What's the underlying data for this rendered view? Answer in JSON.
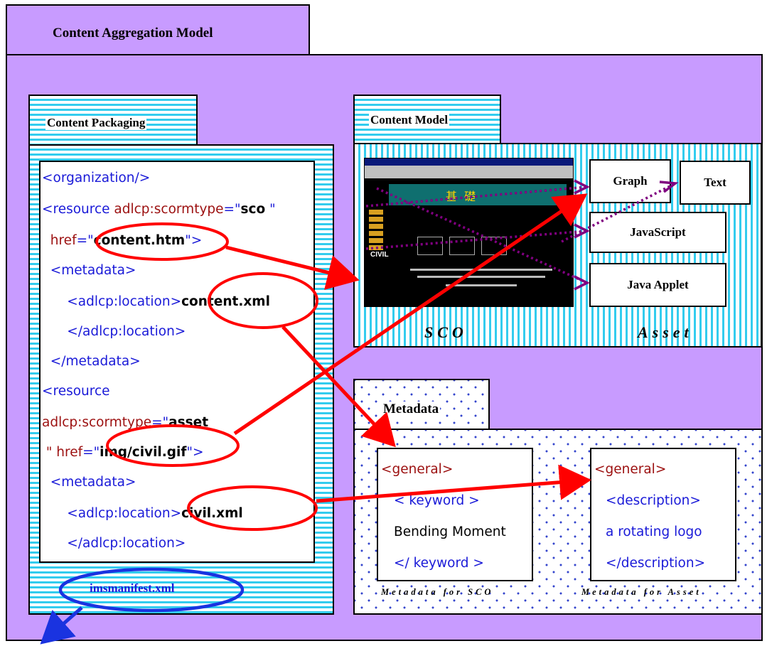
{
  "title": "Content Aggregation Model",
  "content_packaging": {
    "tab_label": "Content Packaging",
    "code_lines": [
      [
        {
          "t": "<organization/>",
          "c": "blue"
        }
      ],
      [
        {
          "t": "<resource ",
          "c": "blue"
        },
        {
          "t": "adlcp:scormtype",
          "c": "red"
        },
        {
          "t": "=\"",
          "c": "blue"
        },
        {
          "t": "sco",
          "c": "blk"
        },
        {
          "t": " \"",
          "c": "blue"
        }
      ],
      [
        {
          "t": "  href",
          "c": "red"
        },
        {
          "t": "=\"",
          "c": "blue"
        },
        {
          "t": "content.htm",
          "c": "blk"
        },
        {
          "t": "\">",
          "c": "blue"
        }
      ],
      [
        {
          "t": "  <metadata>",
          "c": "blue"
        }
      ],
      [
        {
          "t": "      <adlcp:location",
          "c": "blue"
        },
        {
          "t": ">",
          "c": "blue"
        },
        {
          "t": "content.xml",
          "c": "blk"
        }
      ],
      [
        {
          "t": "      </adlcp:location>",
          "c": "blue"
        }
      ],
      [
        {
          "t": "  </metadata>",
          "c": "blue"
        }
      ],
      [
        {
          "t": "<resource",
          "c": "blue"
        }
      ],
      [
        {
          "t": "adlcp:scormtype",
          "c": "red"
        },
        {
          "t": "=\"",
          "c": "blue"
        },
        {
          "t": "asset",
          "c": "blk"
        }
      ],
      [
        {
          "t": " \" href",
          "c": "red"
        },
        {
          "t": "=\"",
          "c": "blue"
        },
        {
          "t": "img/civil.gif",
          "c": "blk"
        },
        {
          "t": "\">",
          "c": "blue"
        }
      ],
      [
        {
          "t": "  <metadata>",
          "c": "blue"
        }
      ],
      [
        {
          "t": "      <adlcp:location",
          "c": "blue"
        },
        {
          "t": ">",
          "c": "blue"
        },
        {
          "t": "civil.xml",
          "c": "blk"
        }
      ],
      [
        {
          "t": "      </adlcp:location>",
          "c": "blue"
        }
      ]
    ],
    "manifest": "imsmanifest.xml"
  },
  "content_model": {
    "tab_label": "Content Model",
    "sco_label": "SCO",
    "asset_label": "Asset",
    "sco_page_text": "CIVIL",
    "assets": [
      "Graph",
      "Text",
      "JavaScript",
      "Java Applet"
    ]
  },
  "metadata": {
    "tab_label": "Metadata",
    "sco_box": {
      "lines": [
        {
          "t": "<general>",
          "c": "red"
        },
        {
          "t": "< keyword >",
          "c": "blue"
        },
        {
          "t": "Bending Moment",
          "c": "black"
        },
        {
          "t": "</ keyword >",
          "c": "blue"
        }
      ],
      "caption": "Metadata for SCO"
    },
    "asset_box": {
      "lines": [
        {
          "t": "<general>",
          "c": "red"
        },
        {
          "t": "<description>",
          "c": "blue"
        },
        {
          "t": "a rotating logo",
          "c": "blue"
        },
        {
          "t": "</description>",
          "c": "blue"
        }
      ],
      "caption": "Metadata for Asset"
    }
  },
  "colors": {
    "background": "#c89bff",
    "stripe": "#33ccee",
    "arrow_red": "#ff0000",
    "arrow_blue": "#1a33e0",
    "arrow_purple": "#800080"
  }
}
